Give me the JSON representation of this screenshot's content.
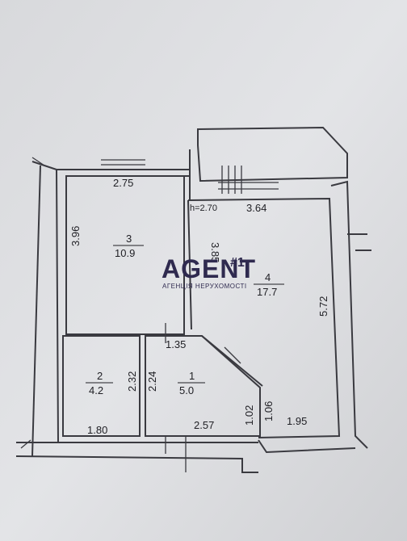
{
  "rooms": [
    {
      "number": "3",
      "area": "10.9"
    },
    {
      "number": "4",
      "area": "17.7"
    },
    {
      "number": "2",
      "area": "4.2"
    },
    {
      "number": "1",
      "area": "5.0"
    }
  ],
  "dimensions": {
    "d_275": "2.75",
    "d_396": "3.96",
    "d_h270": "h=2.70",
    "d_364": "3.64",
    "d_385": "3.85",
    "d_572": "5.72",
    "d_135": "1.35",
    "d_232": "2.32",
    "d_224": "2.24",
    "d_102": "1.02",
    "d_106": "1.06",
    "d_180": "1.80",
    "d_257": "2.57",
    "d_195": "1.95"
  },
  "watermark": {
    "brand": "AGENT",
    "mark": "#1",
    "tagline": "АГЕНЦІЯ НЕРУХОМОСТІ"
  },
  "colors": {
    "paper": "#dcdde0",
    "lines": "#3a3a40",
    "watermark": "#2f2a4f"
  }
}
